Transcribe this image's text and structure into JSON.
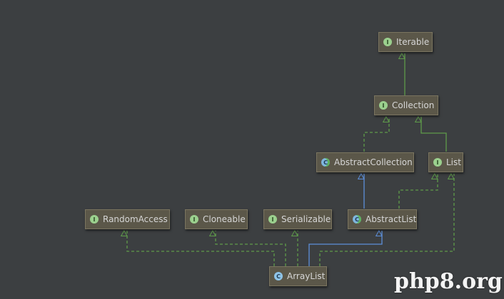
{
  "colors": {
    "background": "#3c3f41",
    "node_fill": "#5b5749",
    "extends_interface_edge": "#5f9b4a",
    "extends_class_edge": "#5d8fd9",
    "implements_edge": "#5f9b4a"
  },
  "nodes": {
    "iterable": {
      "label": "Iterable",
      "kind": "interface"
    },
    "collection": {
      "label": "Collection",
      "kind": "interface"
    },
    "abstract_collection": {
      "label": "AbstractCollection",
      "kind": "abstract-class"
    },
    "list": {
      "label": "List",
      "kind": "interface"
    },
    "random_access": {
      "label": "RandomAccess",
      "kind": "interface"
    },
    "cloneable": {
      "label": "Cloneable",
      "kind": "interface"
    },
    "serializable": {
      "label": "Serializable",
      "kind": "interface"
    },
    "abstract_list": {
      "label": "AbstractList",
      "kind": "abstract-class"
    },
    "array_list": {
      "label": "ArrayList",
      "kind": "class"
    }
  },
  "badges": {
    "interface": "I",
    "abstract": "C",
    "class": "C"
  },
  "edges": [
    {
      "from": "collection",
      "to": "iterable",
      "type": "extends-interface"
    },
    {
      "from": "abstract_collection",
      "to": "collection",
      "type": "implements"
    },
    {
      "from": "list",
      "to": "collection",
      "type": "extends-interface"
    },
    {
      "from": "abstract_list",
      "to": "abstract_collection",
      "type": "extends-class"
    },
    {
      "from": "abstract_list",
      "to": "list",
      "type": "implements"
    },
    {
      "from": "array_list",
      "to": "abstract_list",
      "type": "extends-class"
    },
    {
      "from": "array_list",
      "to": "list",
      "type": "implements"
    },
    {
      "from": "array_list",
      "to": "random_access",
      "type": "implements"
    },
    {
      "from": "array_list",
      "to": "cloneable",
      "type": "implements"
    },
    {
      "from": "array_list",
      "to": "serializable",
      "type": "implements"
    }
  ],
  "watermark": "php8.org"
}
